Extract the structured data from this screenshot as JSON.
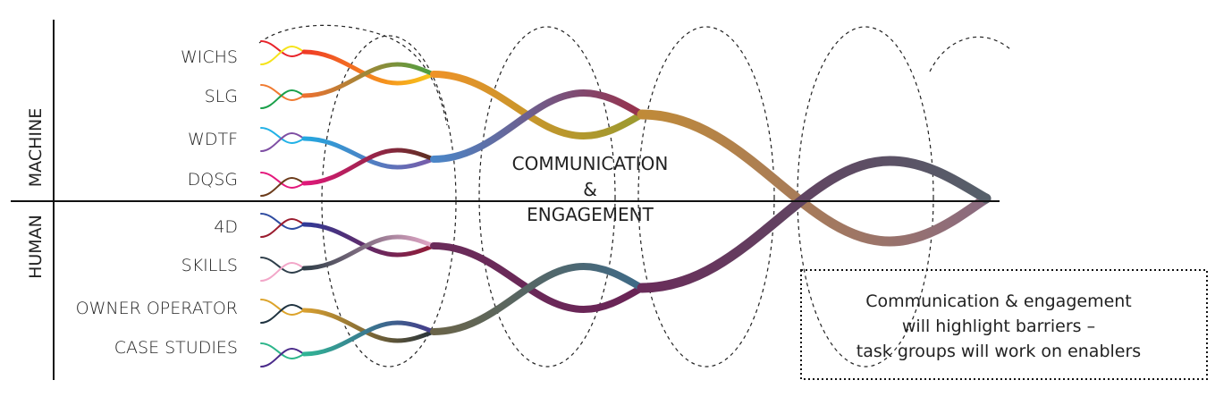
{
  "axes": {
    "top_label": "MACHINE",
    "bottom_label": "HUMAN"
  },
  "groups": {
    "machine": [
      "WICHS",
      "SLG",
      "WDTF",
      "DQSG"
    ],
    "human": [
      "4D",
      "SKILLS",
      "OWNER OPERATOR",
      "CASE STUDIES"
    ]
  },
  "center_text": [
    "COMMUNICATION",
    "&",
    "ENGAGEMENT"
  ],
  "callout": [
    "Communication & engagement",
    "will highlight barriers –",
    "task groups will work on enablers"
  ]
}
